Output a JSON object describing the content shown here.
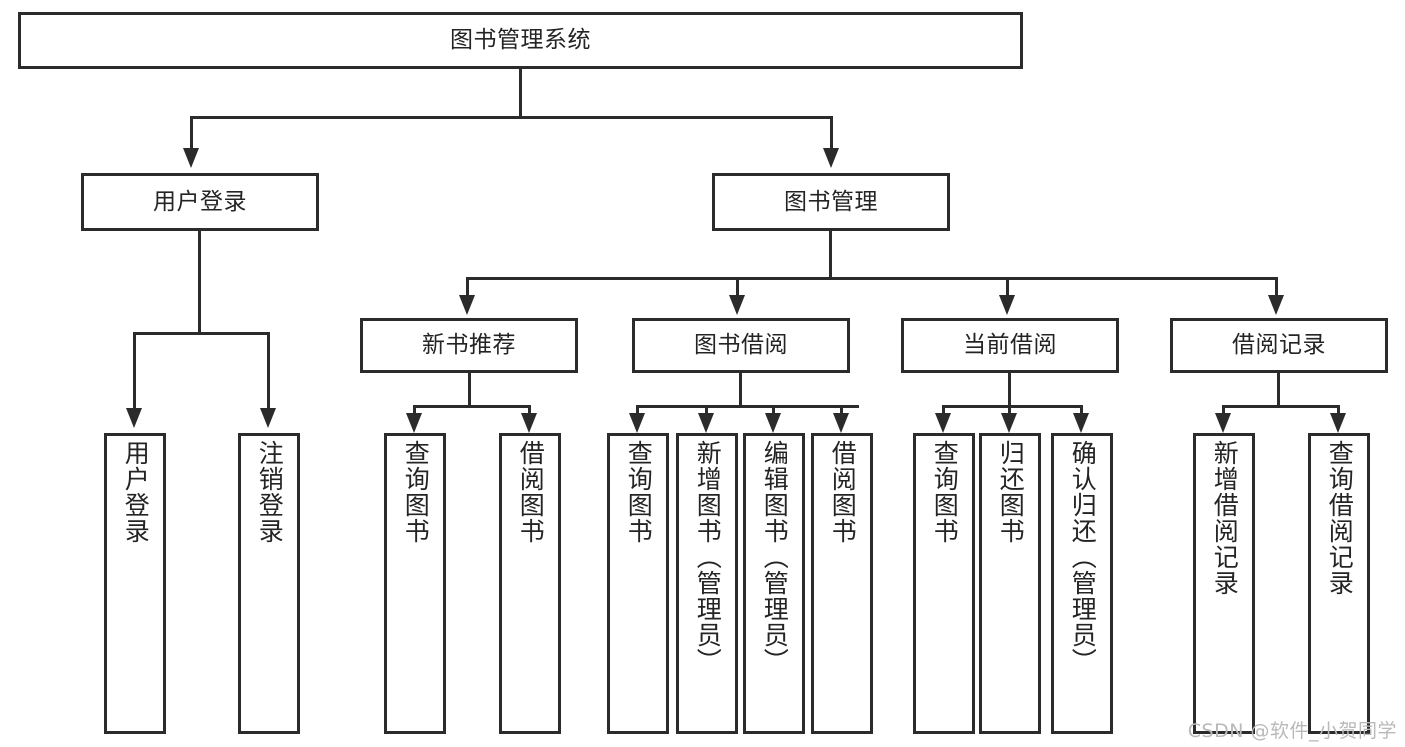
{
  "diagram": {
    "title": "图书管理系统",
    "type": "tree",
    "root": {
      "label": "图书管理系统"
    },
    "level2": [
      {
        "label": "用户登录"
      },
      {
        "label": "图书管理"
      }
    ],
    "level3": [
      {
        "label": "新书推荐"
      },
      {
        "label": "图书借阅"
      },
      {
        "label": "当前借阅"
      },
      {
        "label": "借阅记录"
      }
    ],
    "leaves": {
      "user_login": [
        {
          "label": "用户登录"
        },
        {
          "label": "注销登录"
        }
      ],
      "new_book_recommend": [
        {
          "label": "查询图书"
        },
        {
          "label": "借阅图书"
        }
      ],
      "book_borrow": [
        {
          "label": "查询图书"
        },
        {
          "label": "新增图书（管理员）"
        },
        {
          "label": "编辑图书（管理员）"
        },
        {
          "label": "借阅图书"
        }
      ],
      "current_borrow": [
        {
          "label": "查询图书"
        },
        {
          "label": "归还图书"
        },
        {
          "label": "确认归还（管理员）"
        }
      ],
      "borrow_record": [
        {
          "label": "新增借阅记录"
        },
        {
          "label": "查询借阅记录"
        }
      ]
    }
  },
  "watermark": {
    "text": "CSDN @软件_小贺同学"
  },
  "colors": {
    "stroke": "#2b2b2b",
    "text": "#242424",
    "background": "#ffffff",
    "watermark": "#b9b9b9"
  }
}
